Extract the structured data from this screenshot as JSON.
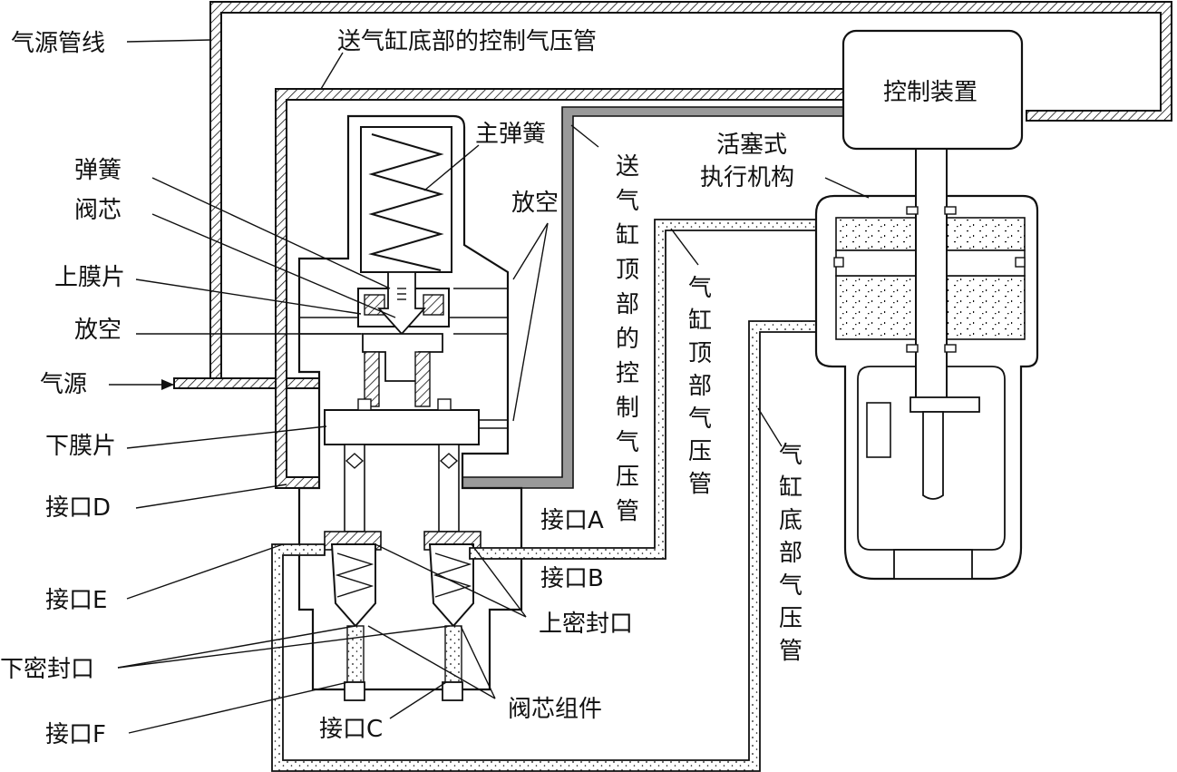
{
  "labels": {
    "air_supply_line": "气源管线",
    "bottom_control_pipe_send": "送气缸底部的控制气压管",
    "control_device": "控制装置",
    "main_spring": "主弹簧",
    "spring": "弹簧",
    "valve_core": "阀芯",
    "vent_top": "放空",
    "upper_diaphragm": "上膜片",
    "vent_left": "放空",
    "air_source": "气源",
    "lower_diaphragm": "下膜片",
    "port_d": "接口D",
    "port_e": "接口E",
    "lower_seal": "下密封口",
    "port_f": "接口F",
    "port_c": "接口C",
    "valve_core_assembly": "阀芯组件",
    "upper_seal": "上密封口",
    "port_a": "接口A",
    "port_b": "接口B",
    "piston_actuator_line1": "活塞式",
    "piston_actuator_line2": "执行机构",
    "top_control_pipe_send": "送气缸顶部的控制气压管",
    "cylinder_top_pipe": "气缸顶部气压管",
    "cylinder_bottom_pipe": "气缸底部气压管"
  },
  "colors": {
    "ink": "#111111",
    "grey_pipe": "#9a9a9a",
    "paper": "#ffffff"
  }
}
